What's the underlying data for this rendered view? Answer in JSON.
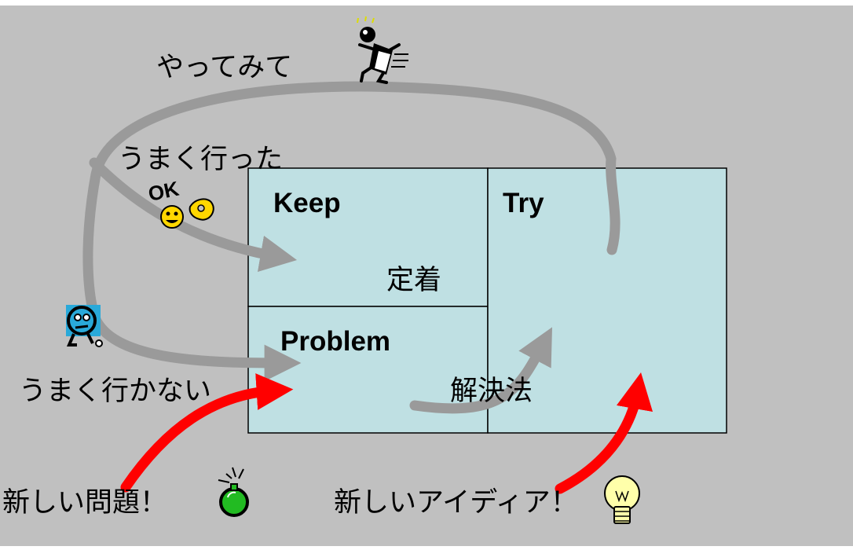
{
  "quadrants": {
    "keep": {
      "title": "Keep",
      "caption": "定着"
    },
    "problem": {
      "title": "Problem"
    },
    "try": {
      "title": "Try"
    }
  },
  "flows": {
    "try_it": "やってみて",
    "went_well": "うまく行った",
    "went_badly": "うまく行かない",
    "solution": "解決法"
  },
  "inputs": {
    "new_problem": "新しい問題！",
    "new_idea": "新しいアイディア！"
  },
  "ok_badge": "OK",
  "colors": {
    "background": "#c0c0c0",
    "box_fill": "#bfe0e3",
    "box_border": "#000000",
    "flow_arrow": "#9a9a9a",
    "input_arrow": "#ff0000",
    "smiley": "#ffd700",
    "worried_face": "#29a9d9",
    "bomb": "#22bb22",
    "bulb": "#ffffaa"
  },
  "icons": [
    "running-man-icon",
    "ok-smiley-icon",
    "worried-face-icon",
    "bomb-icon",
    "light-bulb-icon"
  ]
}
